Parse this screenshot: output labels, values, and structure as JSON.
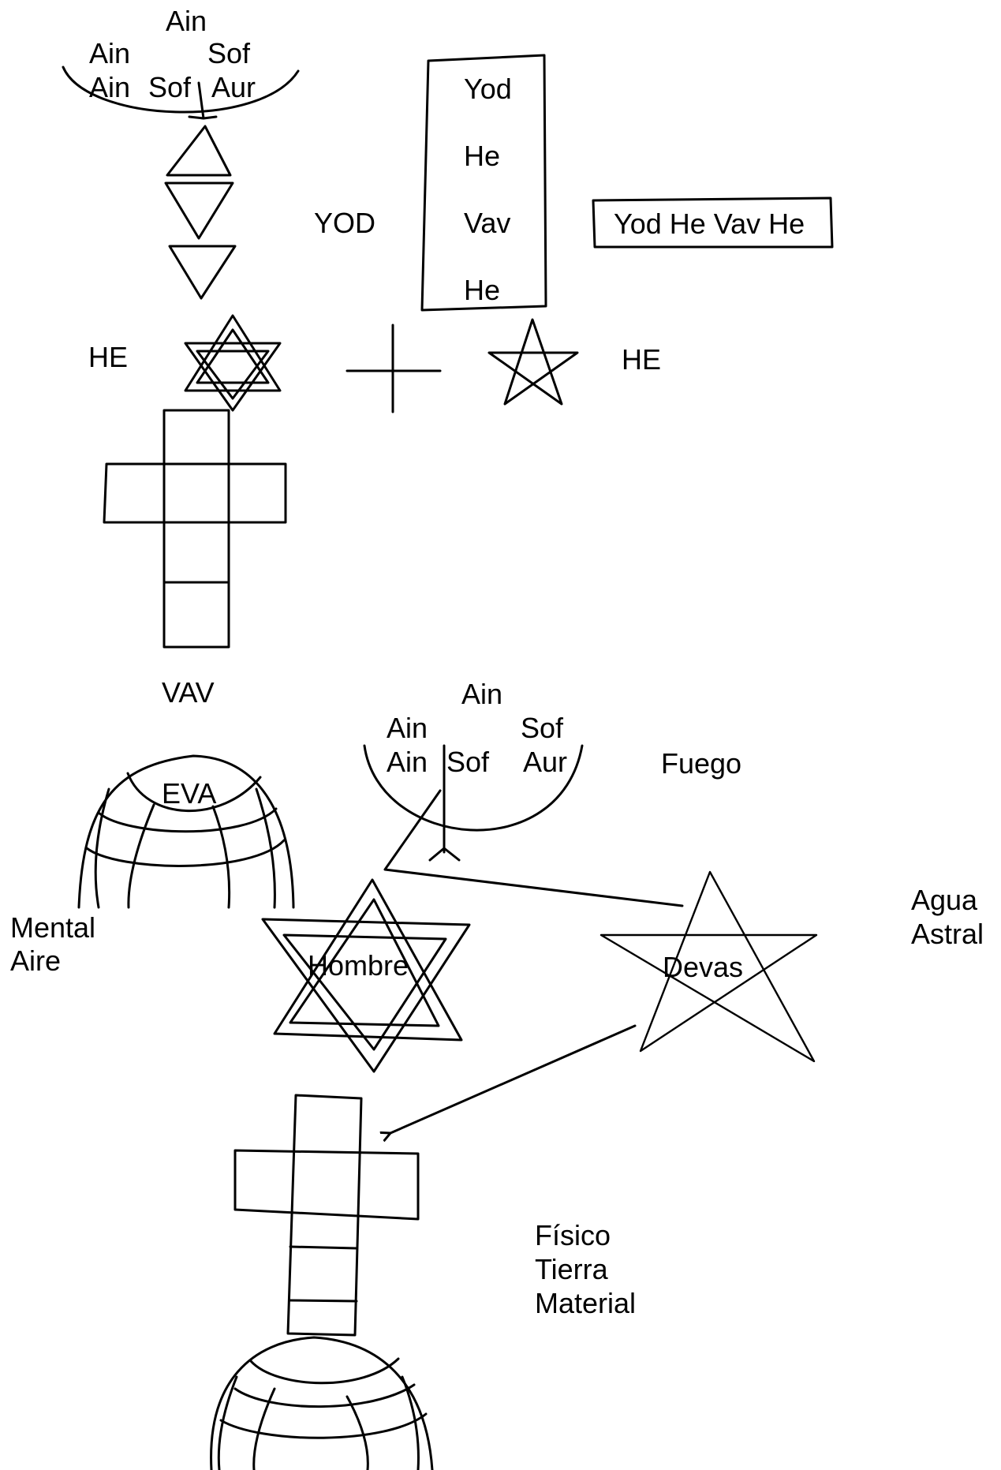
{
  "top": {
    "ain_sof_aur": [
      "Ain",
      "Ain",
      "Sof",
      "Ain",
      "Sof",
      "Aur"
    ],
    "yod_letters": [
      "Yod",
      "He",
      "Vav",
      "He"
    ],
    "tetragrammaton": "Yod He Vav He",
    "yod_label": "YOD",
    "he_left_label": "HE",
    "he_right_label": "HE",
    "vav_label": "VAV"
  },
  "bottom": {
    "ain_sof_aur": [
      "Ain",
      "Ain",
      "Sof",
      "Ain",
      "Sof",
      "Aur"
    ],
    "eva_label": "EVA",
    "fuego_label": "Fuego",
    "mental_label": "Mental",
    "aire_label": "Aire",
    "hombre_label": "Hombre",
    "devas_label": "Devas",
    "agua_label": "Agua",
    "astral_label": "Astral",
    "fisico_label": "Físico",
    "tierra_label": "Tierra",
    "material_label": "Material"
  },
  "colors": {
    "ink": "#000000",
    "paper": "#ffffff"
  }
}
